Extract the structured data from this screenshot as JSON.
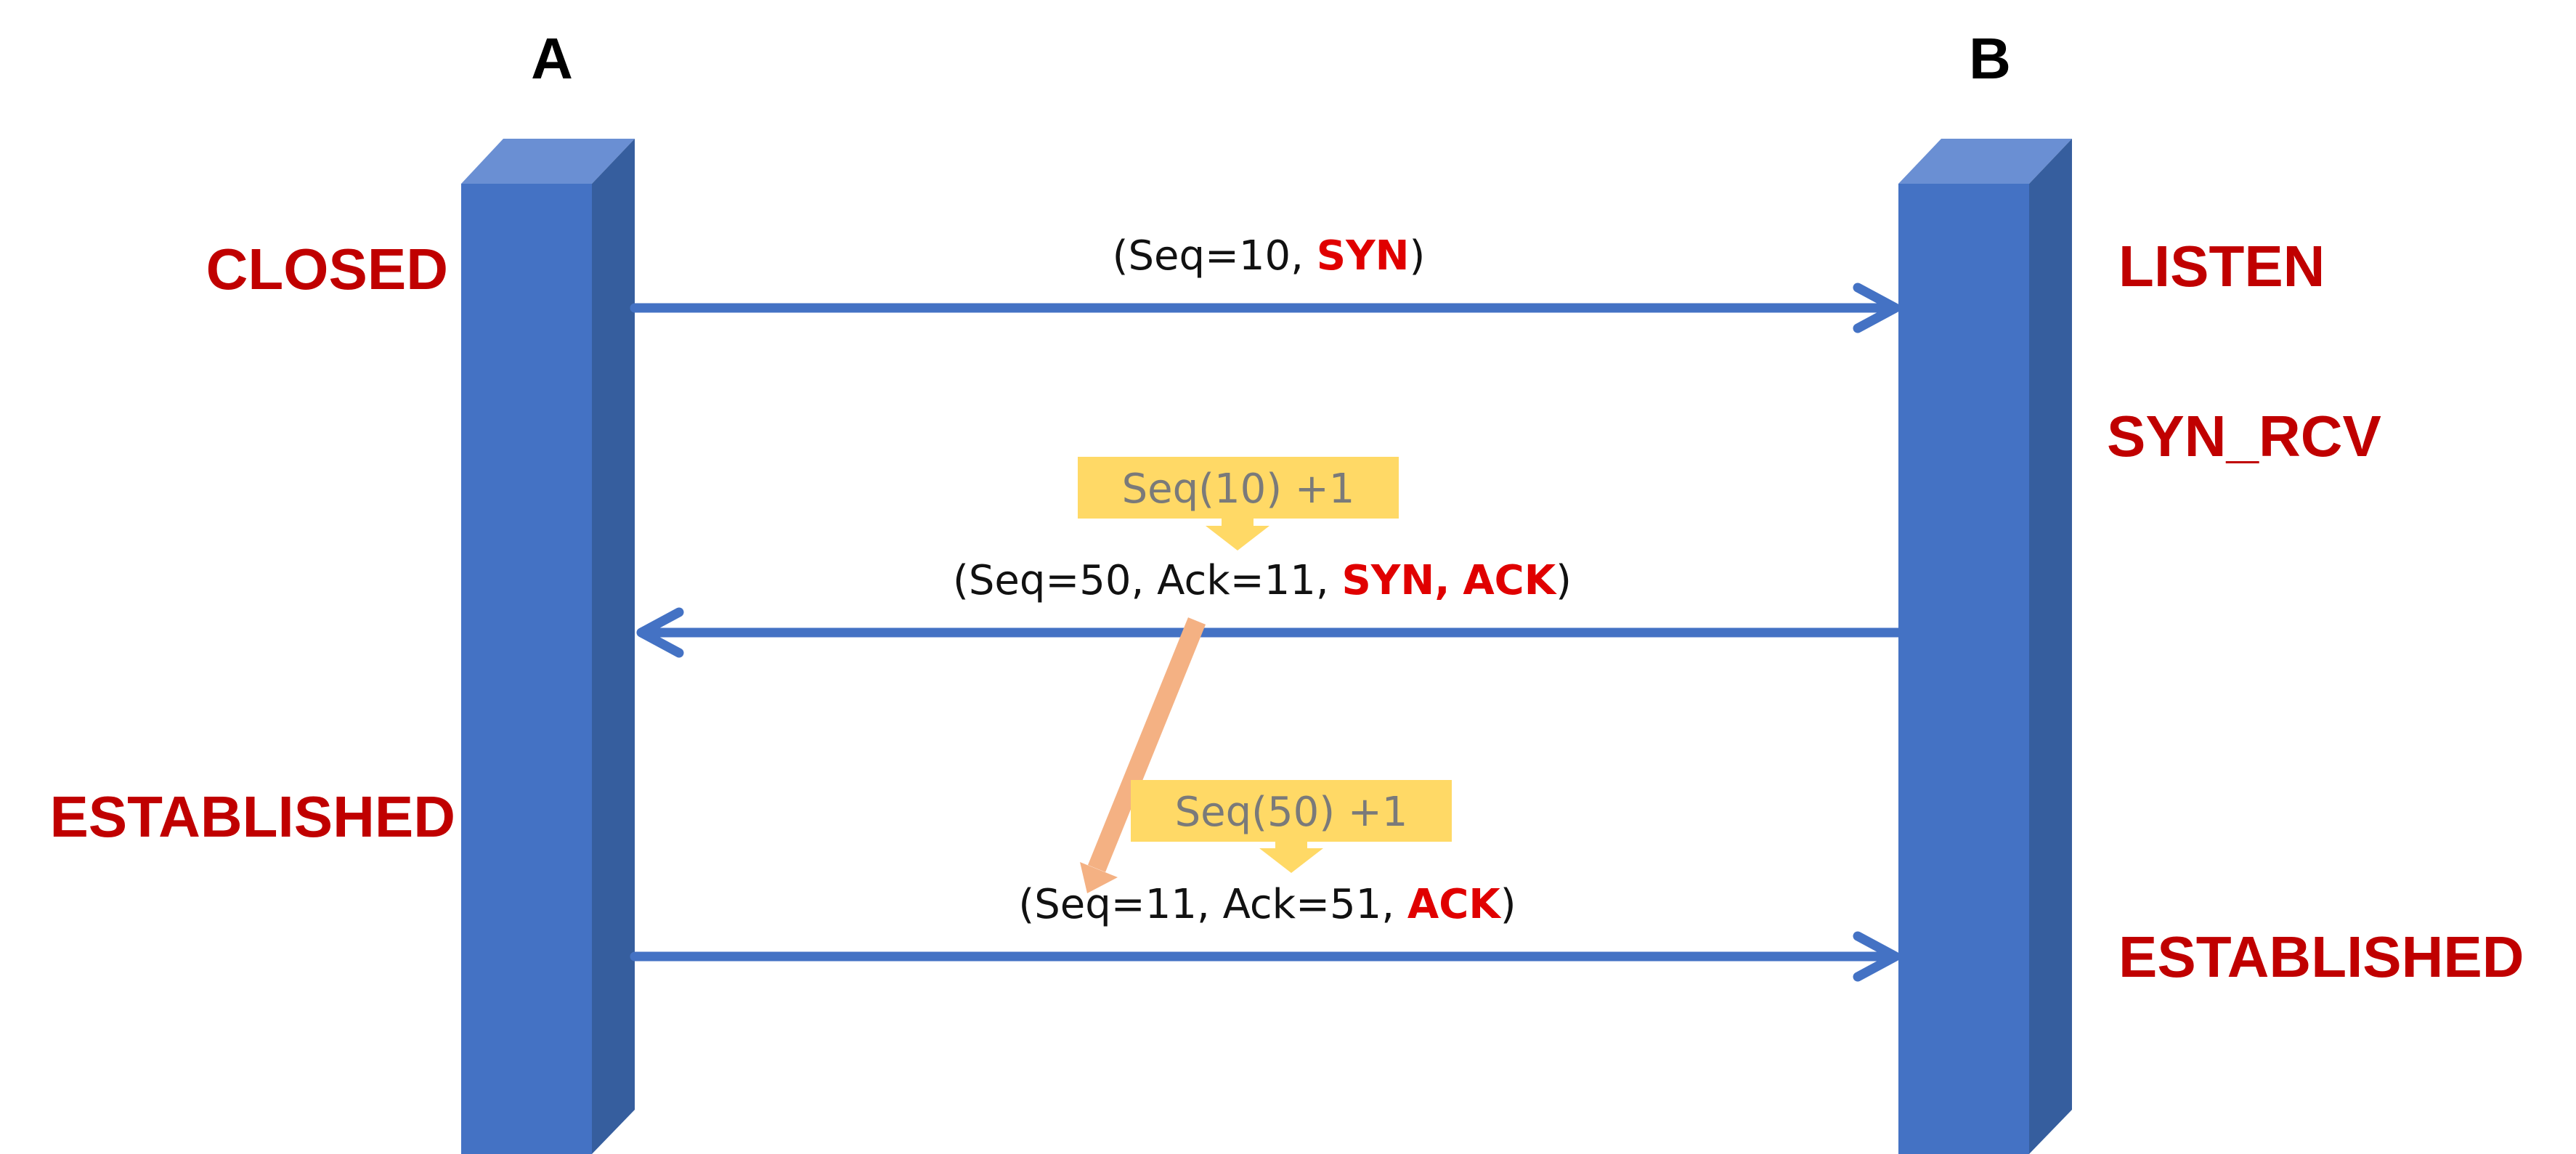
{
  "nodes": {
    "a": {
      "label": "A"
    },
    "b": {
      "label": "B"
    }
  },
  "states": {
    "a_closed": "CLOSED",
    "a_established": "ESTABLISHED",
    "b_listen": "LISTEN",
    "b_syn_rcv": "SYN_RCV",
    "b_established": "ESTABLISHED"
  },
  "messages": {
    "syn": {
      "open": "(Seq=10, ",
      "flag": "SYN",
      "close": ")"
    },
    "syn_ack": {
      "open": "(Seq=50, Ack=11, ",
      "flag1": "SYN,",
      "space": " ",
      "flag2": "ACK",
      "close": ")"
    },
    "ack": {
      "open": "(Seq=11, Ack=51, ",
      "flag": "ACK",
      "close": ")"
    }
  },
  "notes": {
    "seq10": "Seq(10) +1",
    "seq50": "Seq(50) +1"
  },
  "colors": {
    "bar_front": "#4472C4",
    "bar_top": "#6A8FD3",
    "bar_side": "#365E9E",
    "arrow": "#4472C4",
    "state_text": "#C00000",
    "flag_text": "#E00000",
    "note_fill": "#FFD966",
    "pointer": "#F4B183"
  }
}
